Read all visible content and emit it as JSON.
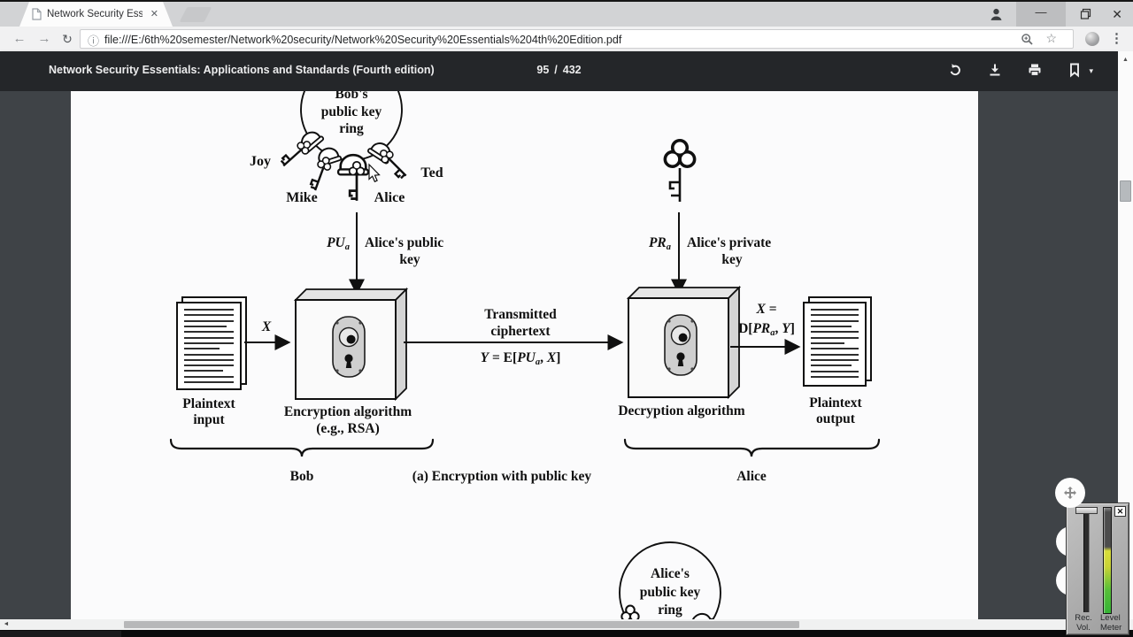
{
  "theme": {
    "pdf_viewer_bg": "#3f4347",
    "pdf_toolbar_bg": "#242629",
    "page_bg": "#fbfbfc",
    "chrome_tabbar": "#d2d3d5",
    "chrome_toolbar": "#f1f1f2",
    "meter_yellow": "#d9de39",
    "meter_green": "#35b335"
  },
  "browser": {
    "tab": {
      "title": "Network Security Essenti",
      "close_glyph": "✕"
    },
    "new_tab": {},
    "window_controls": {
      "minimize_glyph": "—",
      "close_glyph": "✕"
    },
    "nav": {
      "back_glyph": "←",
      "forward_glyph": "→",
      "reload_glyph": "↻"
    },
    "omnibox": {
      "info_glyph": "ⓘ",
      "url": "file:///E:/6th%20semester/Network%20security/Network%20Security%20Essentials%204th%20Edition.pdf",
      "star_glyph": "☆"
    },
    "menu_glyph": "⋮"
  },
  "pdf_toolbar": {
    "title": "Network Security Essentials: Applications and Standards (Fourth edition)",
    "page_current": "95",
    "page_separator": "/",
    "page_total": "432",
    "bookmark_caret": "▾"
  },
  "scrollbars": {
    "up_glyph": "▲",
    "down_glyph": "▼",
    "left_glyph": "◄",
    "right_glyph": "►"
  },
  "diagram": {
    "bob_ring": [
      "Bob's",
      "public key",
      "ring"
    ],
    "key_names": {
      "joy": "Joy",
      "mike": "Mike",
      "ted": "Ted",
      "alice": "Alice"
    },
    "public_key": {
      "sym": "PU",
      "sub": "a",
      "desc_line1": "Alice's public",
      "desc_line2": "key"
    },
    "private_key": {
      "sym": "PR",
      "sub": "a",
      "desc_line1": "Alice's private",
      "desc_line2": "key"
    },
    "input_doc": {
      "line1": "Plaintext",
      "line2": "input"
    },
    "x_label": "X",
    "encryption": {
      "line1": "Encryption algorithm",
      "line2": "(e.g., RSA)"
    },
    "transmitted": {
      "line1": "Transmitted",
      "line2": "ciphertext"
    },
    "cipher_formula": {
      "y": "Y",
      "eq": " = E[",
      "pu": "PU",
      "sub": "a",
      "comma": ", ",
      "x": "X",
      "close": "]"
    },
    "decrypt_formula": {
      "x": "X",
      "eq": " =",
      "d": "D[",
      "pr": "PR",
      "sub": "a",
      "comma": ", ",
      "y": "Y",
      "close": "]"
    },
    "decryption": {
      "line1": "Decryption algorithm"
    },
    "output_doc": {
      "line1": "Plaintext",
      "line2": "output"
    },
    "brace_left_label": "Bob",
    "caption": "(a) Encryption with public key",
    "brace_right_label": "Alice",
    "alice_ring": [
      "Alice's",
      "public key",
      "ring"
    ]
  },
  "recorder": {
    "close_glyph": "✕",
    "labels": {
      "col1_top": "Rec.",
      "col2_top": "Level",
      "col1_bottom": "Vol.",
      "col2_bottom": "Meter"
    }
  }
}
